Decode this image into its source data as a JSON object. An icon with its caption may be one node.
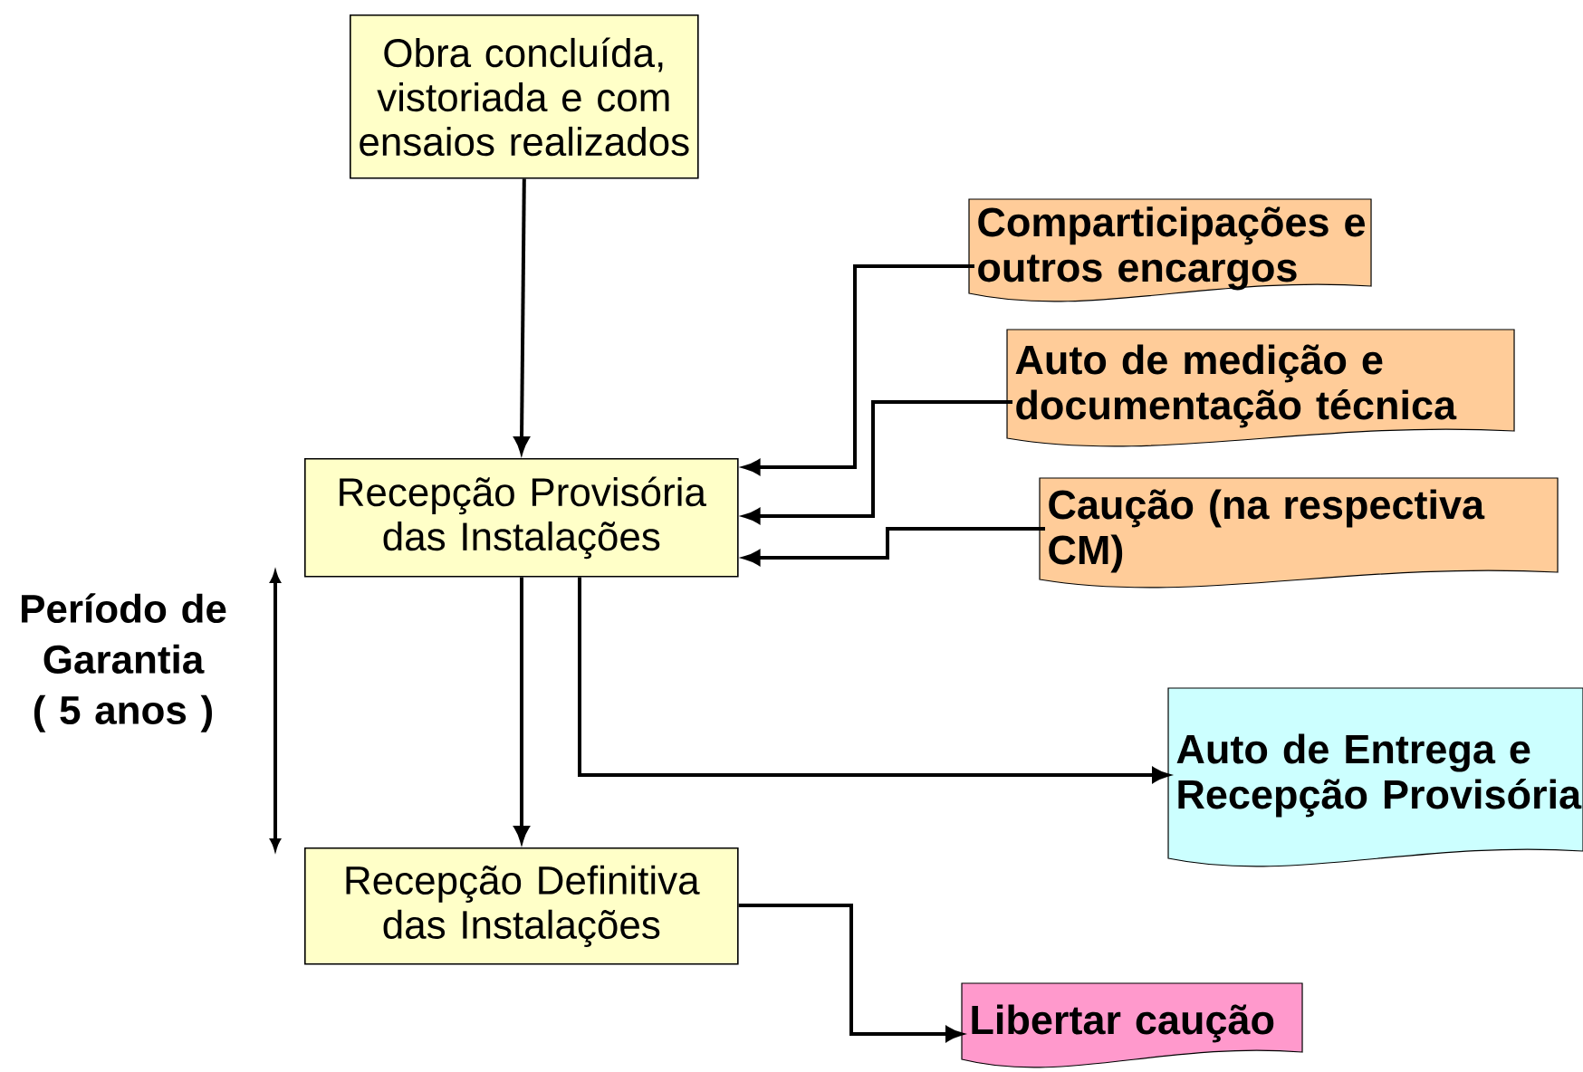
{
  "diagram": {
    "nodes": [
      {
        "text": [
          "Obra concluída, vistoriada e com ensaios realizados"
        ]
      },
      {
        "text": [
          "Recepção Provisória das Instalações"
        ]
      },
      {
        "text": [
          "Recepção Definitiva das Instalações"
        ]
      },
      {
        "text": [
          "Comparticipações e outros encargos"
        ]
      },
      {
        "text": [
          "Auto de medição e documentação técnica"
        ]
      },
      {
        "text": [
          "Caução (na respectiva CM)"
        ]
      },
      {
        "text": [
          "Auto de Entrega e Recepção Provisória"
        ]
      },
      {
        "text": [
          "Libertar caução"
        ]
      }
    ],
    "edges": [
      {
        "from": 0,
        "to": 1,
        "arrow": "to"
      },
      {
        "from": 3,
        "to": 1,
        "arrow": "to"
      },
      {
        "from": 4,
        "to": 1,
        "arrow": "to"
      },
      {
        "from": 5,
        "to": 1,
        "arrow": "to"
      },
      {
        "from": 1,
        "to": 2,
        "arrow": "to"
      },
      {
        "from": 1,
        "to": 6,
        "arrow": "to"
      },
      {
        "from": 2,
        "to": 7,
        "arrow": "to"
      }
    ],
    "labels": [
      "Período de Garantia ( 5 anos )"
    ]
  }
}
